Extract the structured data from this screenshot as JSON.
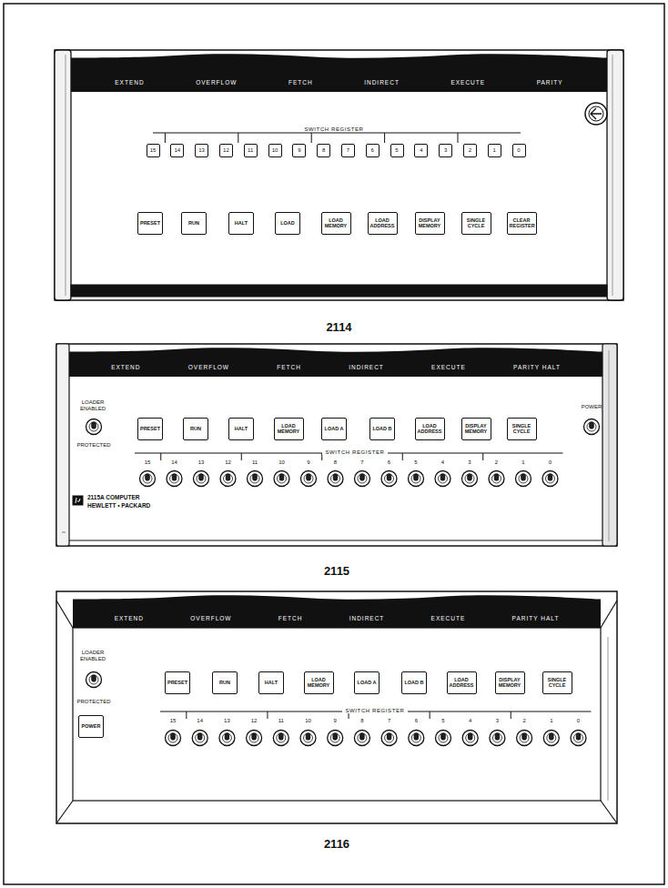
{
  "diagram": {
    "nodes": [
      {
        "text": [
          "2114"
        ]
      },
      {
        "text": [
          "EXTEND",
          "OVERFLOW",
          "FETCH",
          "INDIRECT",
          "EXECUTE",
          "PARITY"
        ],
        "in": 0
      },
      {
        "text": [
          "PRESET"
        ],
        "in": 0
      },
      {
        "text": [
          "RUN"
        ],
        "in": 0
      },
      {
        "text": [
          "HALT"
        ],
        "in": 0
      },
      {
        "text": [
          "LOAD"
        ],
        "in": 0
      },
      {
        "text": [
          "LOAD MEMORY"
        ],
        "in": 0
      },
      {
        "text": [
          "LOAD ADDRESS"
        ],
        "in": 0
      },
      {
        "text": [
          "DISPLAY MEMORY"
        ],
        "in": 0
      },
      {
        "text": [
          "SINGLE CYCLE"
        ],
        "in": 0
      },
      {
        "text": [
          "CLEAR REGISTER"
        ],
        "in": 0
      },
      {
        "text": [
          "15"
        ],
        "in": 0
      },
      {
        "text": [
          "14"
        ],
        "in": 0
      },
      {
        "text": [
          "13"
        ],
        "in": 0
      },
      {
        "text": [
          "12"
        ],
        "in": 0
      },
      {
        "text": [
          "11"
        ],
        "in": 0
      },
      {
        "text": [
          "10"
        ],
        "in": 0
      },
      {
        "text": [
          "9"
        ],
        "in": 0
      },
      {
        "text": [
          "8"
        ],
        "in": 0
      },
      {
        "text": [
          "7"
        ],
        "in": 0
      },
      {
        "text": [
          "6"
        ],
        "in": 0
      },
      {
        "text": [
          "5"
        ],
        "in": 0
      },
      {
        "text": [
          "4"
        ],
        "in": 0
      },
      {
        "text": [
          "3"
        ],
        "in": 0
      },
      {
        "text": [
          "2"
        ],
        "in": 0
      },
      {
        "text": [
          "1"
        ],
        "in": 0
      },
      {
        "text": [
          "0"
        ],
        "in": 0
      },
      {
        "text": [
          "2115"
        ]
      },
      {
        "text": [
          "EXTEND",
          "OVERFLOW",
          "FETCH",
          "INDIRECT",
          "EXECUTE",
          "PARITY HALT"
        ],
        "in": 27
      },
      {
        "text": [
          "PRESET"
        ],
        "in": 27
      },
      {
        "text": [
          "RUN"
        ],
        "in": 27
      },
      {
        "text": [
          "HALT"
        ],
        "in": 27
      },
      {
        "text": [
          "LOAD MEMORY"
        ],
        "in": 27
      },
      {
        "text": [
          "LOAD A"
        ],
        "in": 27
      },
      {
        "text": [
          "LOAD B"
        ],
        "in": 27
      },
      {
        "text": [
          "LOAD ADDRESS"
        ],
        "in": 27
      },
      {
        "text": [
          "DISPLAY MEMORY"
        ],
        "in": 27
      },
      {
        "text": [
          "SINGLE CYCLE"
        ],
        "in": 27
      },
      {
        "text": [
          "2116"
        ]
      },
      {
        "text": [
          "EXTEND",
          "OVERFLOW",
          "FETCH",
          "INDIRECT",
          "EXECUTE",
          "PARITY HALT"
        ],
        "in": 38
      },
      {
        "text": [
          "PRESET"
        ],
        "in": 38
      },
      {
        "text": [
          "RUN"
        ],
        "in": 38
      },
      {
        "text": [
          "HALT"
        ],
        "in": 38
      },
      {
        "text": [
          "LOAD MEMORY"
        ],
        "in": 38
      },
      {
        "text": [
          "LOAD A"
        ],
        "in": 38
      },
      {
        "text": [
          "LOAD B"
        ],
        "in": 38
      },
      {
        "text": [
          "LOAD ADDRESS"
        ],
        "in": 38
      },
      {
        "text": [
          "DISPLAY MEMORY"
        ],
        "in": 38
      },
      {
        "text": [
          "SINGLE CYCLE"
        ],
        "in": 38
      },
      {
        "text": [
          "POWER"
        ],
        "in": 38
      }
    ],
    "labels": [
      "SWITCH REGISTER",
      "LOADER ENABLED",
      "PROTECTED",
      "POWER",
      "SWITCH REGISTER",
      "15",
      "14",
      "13",
      "12",
      "11",
      "10",
      "9",
      "8",
      "7",
      "6",
      "5",
      "4",
      "3",
      "2",
      "1",
      "0",
      "2115A COMPUTER",
      "HEWLETT • PACKARD",
      "LOADER ENABLED",
      "PROTECTED",
      "SWITCH REGISTER",
      "15",
      "14",
      "13",
      "12",
      "11",
      "10",
      "9",
      "8",
      "7",
      "6",
      "5",
      "4",
      "3",
      "2",
      "1",
      "0"
    ]
  }
}
